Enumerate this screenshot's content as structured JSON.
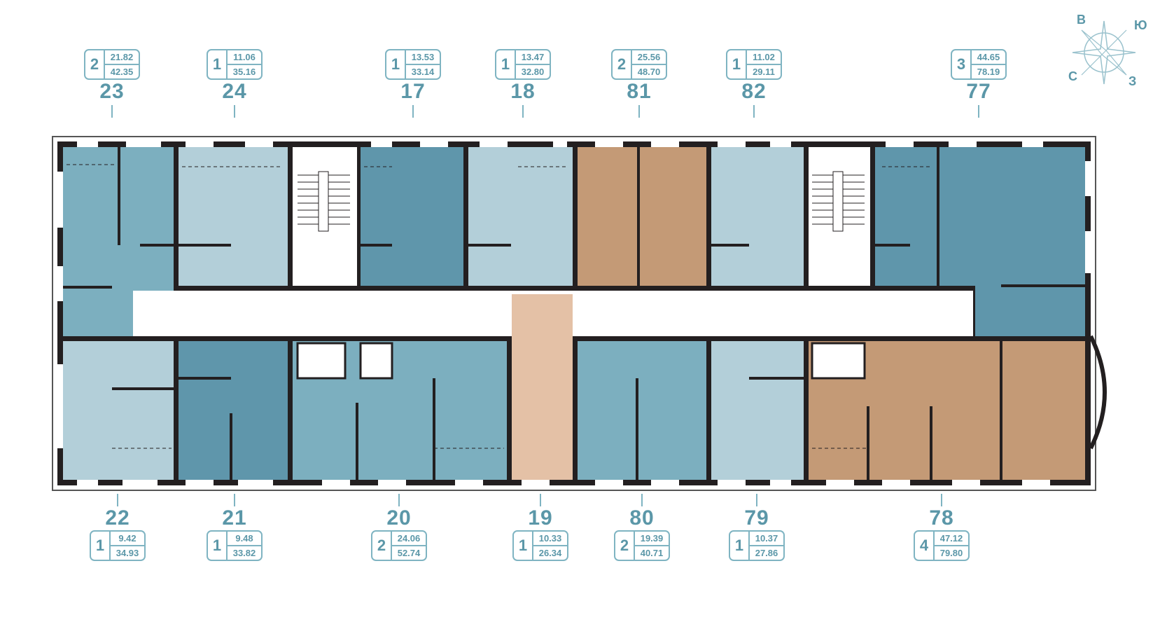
{
  "colors": {
    "wall": "#231f20",
    "frame": "#555555",
    "accent": "#5b97a8",
    "corridor": "#ffffff",
    "c1": "#b3cfd9",
    "c2": "#7cafbf",
    "c3": "#5f96ab",
    "c4": "#c49a76",
    "c5": "#e4c1a6"
  },
  "compass": {
    "north": "С",
    "south": "Ю",
    "east": "В",
    "west": "З"
  },
  "apartments": [
    {
      "id": "23",
      "rooms": "2",
      "living": "21.82",
      "total": "42.35",
      "side": "top"
    },
    {
      "id": "24",
      "rooms": "1",
      "living": "11.06",
      "total": "35.16",
      "side": "top"
    },
    {
      "id": "17",
      "rooms": "1",
      "living": "13.53",
      "total": "33.14",
      "side": "top"
    },
    {
      "id": "18",
      "rooms": "1",
      "living": "13.47",
      "total": "32.80",
      "side": "top"
    },
    {
      "id": "81",
      "rooms": "2",
      "living": "25.56",
      "total": "48.70",
      "side": "top"
    },
    {
      "id": "82",
      "rooms": "1",
      "living": "11.02",
      "total": "29.11",
      "side": "top"
    },
    {
      "id": "77",
      "rooms": "3",
      "living": "44.65",
      "total": "78.19",
      "side": "top"
    },
    {
      "id": "22",
      "rooms": "1",
      "living": "9.42",
      "total": "34.93",
      "side": "bottom"
    },
    {
      "id": "21",
      "rooms": "1",
      "living": "9.48",
      "total": "33.82",
      "side": "bottom"
    },
    {
      "id": "20",
      "rooms": "2",
      "living": "24.06",
      "total": "52.74",
      "side": "bottom"
    },
    {
      "id": "19",
      "rooms": "1",
      "living": "10.33",
      "total": "26.34",
      "side": "bottom"
    },
    {
      "id": "80",
      "rooms": "2",
      "living": "19.39",
      "total": "40.71",
      "side": "bottom"
    },
    {
      "id": "79",
      "rooms": "1",
      "living": "10.37",
      "total": "27.86",
      "side": "bottom"
    },
    {
      "id": "78",
      "rooms": "4",
      "living": "47.12",
      "total": "79.80",
      "side": "bottom"
    }
  ]
}
